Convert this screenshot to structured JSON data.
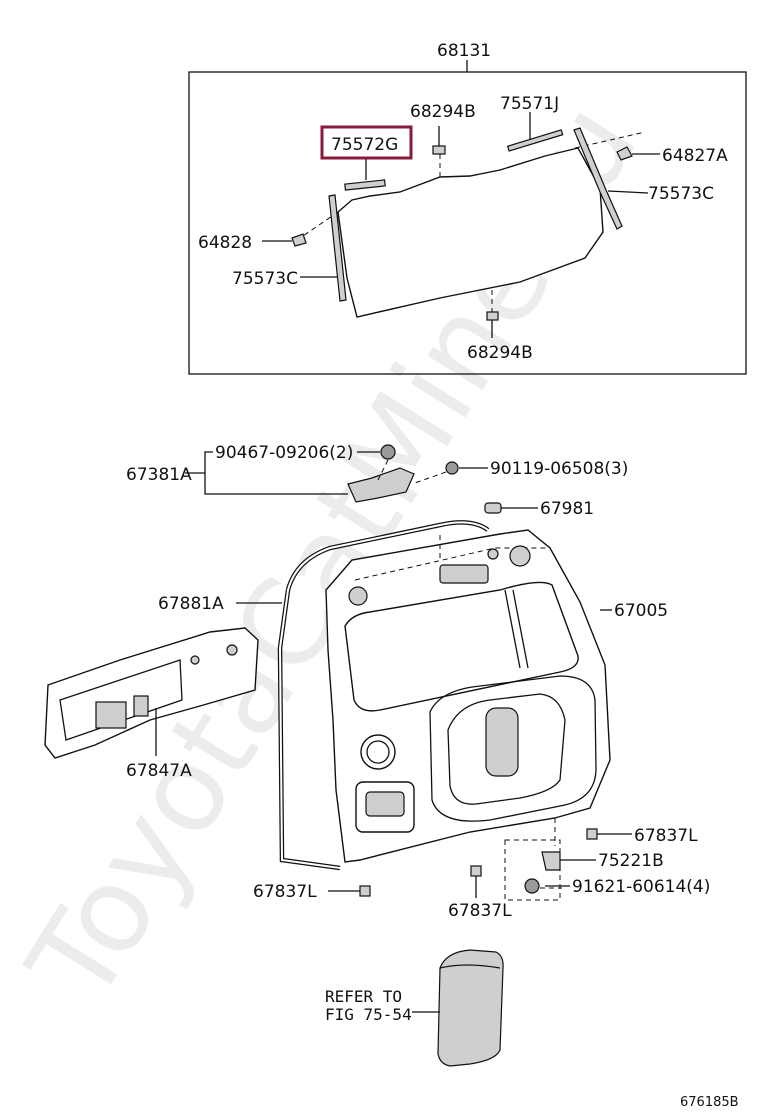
{
  "watermark": "ToyotaCatMine.ru",
  "figure_id": "676185B",
  "highlighted_part": "75572G",
  "labels": {
    "p68131": "68131",
    "p68294B_top": "68294B",
    "p75571J": "75571J",
    "p75572G": "75572G",
    "p64827A": "64827A",
    "p75573C_right": "75573C",
    "p64828": "64828",
    "p75573C_left": "75573C",
    "p68294B_bottom": "68294B",
    "p90467": "90467-09206(2)",
    "p67381A": "67381A",
    "p90119": "90119-06508(3)",
    "p67981": "67981",
    "p67881A": "67881A",
    "p67005": "67005",
    "p67847A": "67847A",
    "p67837L_right": "67837L",
    "p75221B": "75221B",
    "p91621": "91621-60614(4)",
    "p67837L_left": "67837L",
    "p67837L_bottom": "67837L",
    "refer_line1": "REFER TO",
    "refer_line2": "FIG 75-54"
  }
}
